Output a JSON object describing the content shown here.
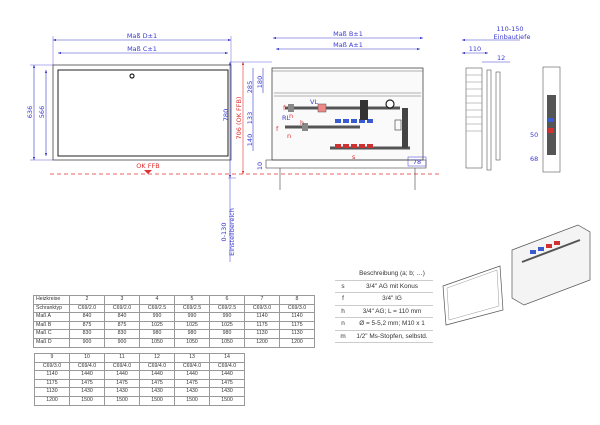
{
  "front_view": {
    "dim_d": "Maß D±1",
    "dim_c": "Maß C±1",
    "height_outer": "636",
    "height_inner": "566",
    "floor_label": "OK FFB"
  },
  "main_view": {
    "dim_b": "Maß B±1",
    "dim_a": "Maß A±1",
    "height_total": "780",
    "height_floor": "706 (OK FFB)",
    "dim_285": "285",
    "dim_180": "180",
    "dim_133": "133",
    "dim_140": "140",
    "dim_10": "10",
    "dim_78": "78",
    "adjust_range": "0-130",
    "adjust_label": "Einstellbereich",
    "vl_label": "VL",
    "rl_label": "RL",
    "marks": [
      "f",
      "n",
      "h",
      "f",
      "n",
      "s"
    ]
  },
  "side_view": {
    "depth_range": "110-150",
    "depth_label": "Einbautiefe",
    "depth": "110",
    "frame": "12",
    "dim_50": "50",
    "dim_68": "68"
  },
  "description_table": {
    "header": "Beschreibung (a; b; …)",
    "rows": [
      {
        "key": "s",
        "value": "3/4\" AG mit Konus"
      },
      {
        "key": "f",
        "value": "3/4\" IG"
      },
      {
        "key": "h",
        "value": "3/4\" AG; L = 110 mm"
      },
      {
        "key": "n",
        "value": "Ø = 5-5,2 mm; M10 x 1"
      },
      {
        "key": "m",
        "value": "1/2\" Ms-Stopfen, selbstd."
      }
    ]
  },
  "size_table_1": {
    "row_labels": [
      "Heizkreise",
      "Schranktyp",
      "Maß A",
      "Maß B",
      "Maß C",
      "Maß D"
    ],
    "columns": [
      [
        "2",
        "C69/2.0",
        "840",
        "875",
        "830",
        "900"
      ],
      [
        "3",
        "C69/2.0",
        "840",
        "875",
        "830",
        "900"
      ],
      [
        "4",
        "C69/2.5",
        "990",
        "1025",
        "980",
        "1050"
      ],
      [
        "5",
        "C69/2.5",
        "990",
        "1025",
        "980",
        "1050"
      ],
      [
        "6",
        "C69/2.5",
        "990",
        "1025",
        "980",
        "1050"
      ],
      [
        "7",
        "C69/3.0",
        "1140",
        "1175",
        "1130",
        "1200"
      ],
      [
        "8",
        "C69/3.0",
        "1140",
        "1175",
        "1130",
        "1200"
      ]
    ]
  },
  "size_table_2": {
    "columns": [
      [
        "9",
        "C69/3.0",
        "1140",
        "1175",
        "1130",
        "1200"
      ],
      [
        "10",
        "C69/4.0",
        "1440",
        "1475",
        "1430",
        "1500"
      ],
      [
        "11",
        "C69/4.0",
        "1440",
        "1475",
        "1430",
        "1500"
      ],
      [
        "12",
        "C69/4.0",
        "1440",
        "1475",
        "1430",
        "1500"
      ],
      [
        "13",
        "C69/4.0",
        "1440",
        "1475",
        "1430",
        "1500"
      ],
      [
        "14",
        "C69/4.0",
        "1440",
        "1475",
        "1430",
        "1500"
      ]
    ]
  }
}
